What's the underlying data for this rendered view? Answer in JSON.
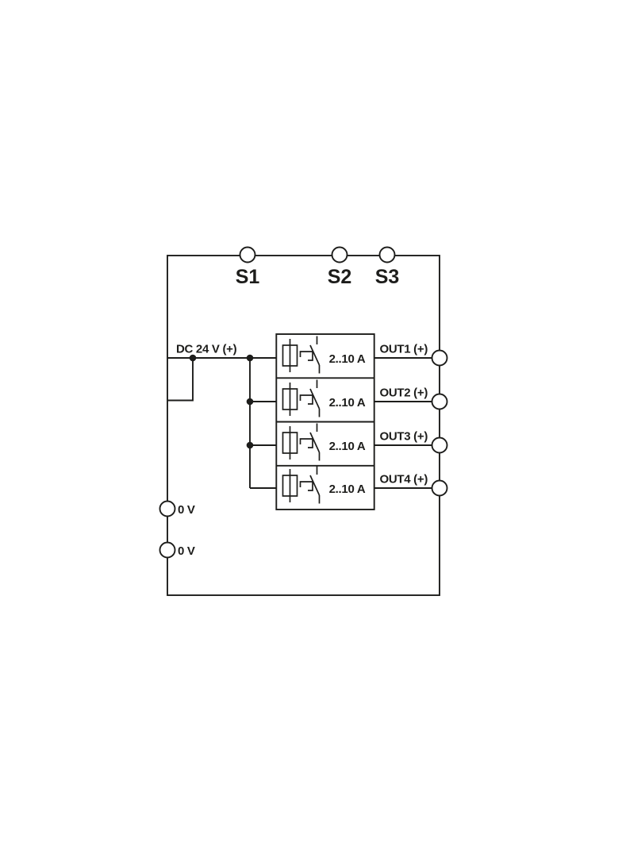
{
  "page": {
    "background_color": "#ffffff",
    "stroke_color": "#1d1d1b"
  },
  "diagram": {
    "type": "wiring-schematic",
    "input": {
      "label": "DC 24 V (+)"
    },
    "signal_terminals": [
      {
        "label": "S1"
      },
      {
        "label": "S2"
      },
      {
        "label": "S3"
      }
    ],
    "zero_volt_terminals": [
      {
        "label": "0 V"
      },
      {
        "label": "0 V"
      }
    ],
    "channels": [
      {
        "output_label": "OUT1 (+)",
        "rating": "2..10 A"
      },
      {
        "output_label": "OUT2 (+)",
        "rating": "2..10 A"
      },
      {
        "output_label": "OUT3 (+)",
        "rating": "2..10 A"
      },
      {
        "output_label": "OUT4 (+)",
        "rating": "2..10 A"
      }
    ]
  }
}
